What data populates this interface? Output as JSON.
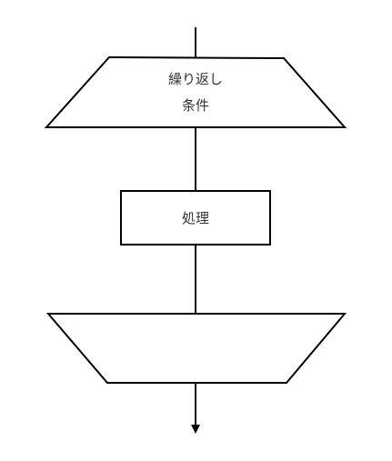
{
  "diagram": {
    "type": "flowchart",
    "loop_start": {
      "line1": "繰り返し",
      "line2": "条件"
    },
    "process": {
      "label": "処理"
    },
    "loop_end": {
      "label": ""
    },
    "colors": {
      "stroke": "#000000",
      "fill": "#ffffff",
      "text": "#333333"
    }
  }
}
